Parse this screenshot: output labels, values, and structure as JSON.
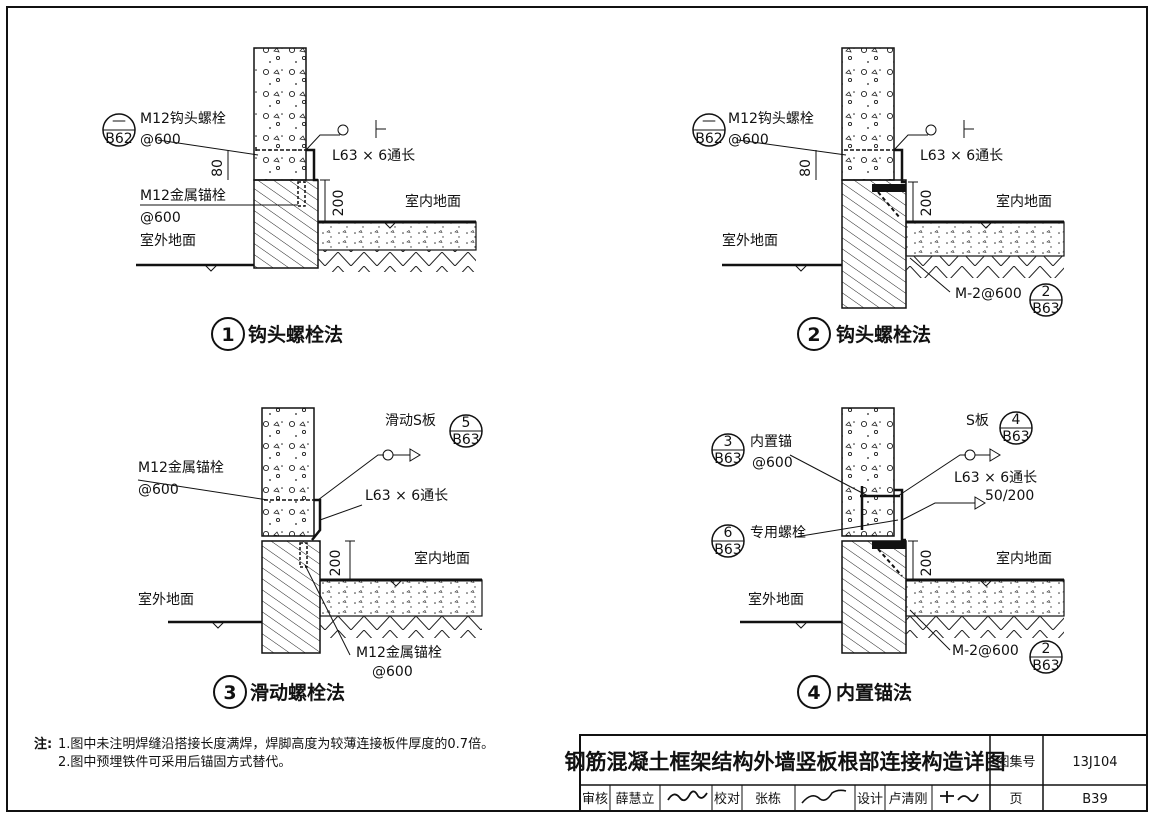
{
  "details": [
    {
      "num": "1",
      "title": "钩头螺栓法",
      "ref_top": "—",
      "ref_bottom": "B62",
      "hook_bolt": "M12钩头螺栓",
      "hook_spacing": "@600",
      "dim_80": "80",
      "angle": "L63 × 6通长",
      "anchor_bolt": "M12金属锚栓",
      "anchor_spacing": "@600",
      "dim_200": "200",
      "indoor": "室内地面",
      "outdoor": "室外地面"
    },
    {
      "num": "2",
      "title": "钩头螺栓法",
      "ref_top": "—",
      "ref_bottom": "B62",
      "hook_bolt": "M12钩头螺栓",
      "hook_spacing": "@600",
      "dim_80": "80",
      "angle": "L63 × 6通长",
      "dim_200": "200",
      "indoor": "室内地面",
      "outdoor": "室外地面",
      "m2": "M-2@600",
      "m2_ref_top": "2",
      "m2_ref_bottom": "B63"
    },
    {
      "num": "3",
      "title": "滑动螺栓法",
      "s_plate": "滑动S板",
      "s_ref_top": "5",
      "s_ref_bottom": "B63",
      "anchor_bolt": "M12金属锚栓",
      "anchor_spacing": "@600",
      "angle": "L63 × 6通长",
      "dim_200": "200",
      "indoor": "室内地面",
      "outdoor": "室外地面",
      "anchor_bolt_2": "M12金属锚栓",
      "anchor_spacing_2": "@600"
    },
    {
      "num": "4",
      "title": "内置锚法",
      "s_plate": "S板",
      "s_ref_top": "4",
      "s_ref_bottom": "B63",
      "inner_anchor": "内置锚",
      "inner_ref_top": "3",
      "inner_ref_bottom": "B63",
      "inner_spacing": "@600",
      "angle": "L63 × 6通长",
      "weld": "50/200",
      "special_bolt": "专用螺栓",
      "bolt_ref_top": "6",
      "bolt_ref_bottom": "B63",
      "dim_200": "200",
      "indoor": "室内地面",
      "outdoor": "室外地面",
      "m2": "M-2@600",
      "m2_ref_top": "2",
      "m2_ref_bottom": "B63"
    }
  ],
  "notes": {
    "prefix": "注:",
    "line1": "1.图中未注明焊缝沿搭接长度满焊，焊脚高度为较薄连接板件厚度的0.7倍。",
    "line2": "2.图中预埋铁件可采用后锚固方式替代。"
  },
  "title_block": {
    "title": "钢筋混凝土框架结构外墙竖板根部连接构造详图",
    "atlas_label": "图集号",
    "atlas_no": "13J104",
    "review_label": "审核",
    "review_name": "薛慧立",
    "check_label": "校对",
    "check_name": "张栋",
    "design_label": "设计",
    "design_name": "卢清刚",
    "page_label": "页",
    "page_no": "B39"
  }
}
